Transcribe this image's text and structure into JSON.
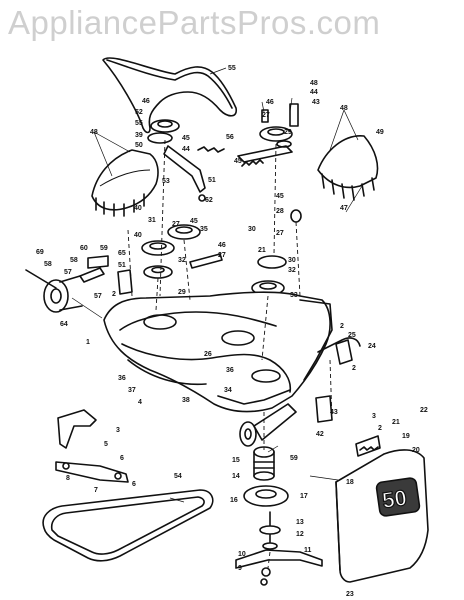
{
  "watermark": "AppliancePartsPros.com",
  "deck_badge": "50",
  "callouts": {
    "c55": "55",
    "c46a": "46",
    "c52": "52",
    "c55b": "55",
    "c39": "39",
    "c29": "29",
    "c53": "53",
    "c57": "57",
    "c58": "58",
    "c46b": "46",
    "c44": "44",
    "c26": "26",
    "c59": "59",
    "c30": "30",
    "c48a": "48",
    "c41": "41",
    "c50": "50",
    "c51": "51",
    "c49": "49",
    "c62": "62",
    "c48b": "48",
    "c46c": "46",
    "c40a": "40",
    "c47": "47",
    "c45": "45",
    "c28": "28",
    "c27a": "27",
    "c35": "35",
    "c31": "31",
    "c40b": "40",
    "c32a": "32",
    "c69": "69",
    "c60": "60",
    "c33": "33",
    "c58b": "58",
    "c21": "21",
    "c34": "34",
    "c36": "36",
    "c37": "37",
    "c1": "1",
    "c2": "2",
    "c24": "24",
    "c54": "54",
    "c3": "3",
    "c4": "4",
    "c38": "38",
    "c5": "5",
    "c6": "6",
    "c7": "7",
    "c8": "8",
    "c15": "15",
    "c14": "14",
    "c16": "16",
    "c17": "17",
    "c18": "18",
    "c19": "19",
    "c20": "20",
    "c22": "22",
    "c23": "23",
    "c42": "42",
    "c43": "43",
    "c13": "13",
    "c12": "12",
    "c11": "11",
    "c10": "10",
    "c9": "9",
    "c25": "25",
    "c56": "56",
    "c64": "64",
    "c65": "65",
    "c27b": "27"
  }
}
